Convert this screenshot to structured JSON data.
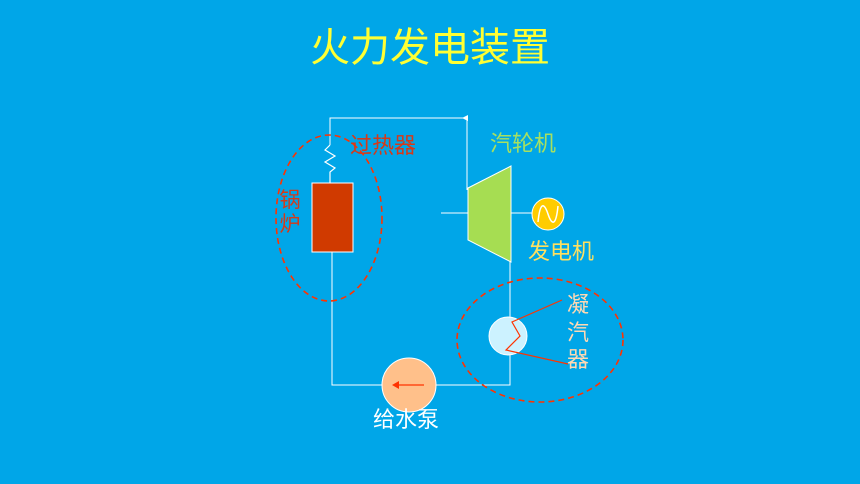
{
  "title": "火力发电装置",
  "labels": {
    "superheater": "过热器",
    "boiler": "锅炉",
    "turbine": "汽轮机",
    "generator": "发电机",
    "condenser": "凝汽器",
    "feed_pump": "给水泵"
  },
  "colors": {
    "background": "#00a6e8",
    "title": "#ffff33",
    "superheater_label": "#d43a1a",
    "boiler_label": "#d43a1a",
    "turbine_label": "#a7e060",
    "generator_label": "#ffe060",
    "condenser_label": "#ffd9b3",
    "pump_label": "#ffffff",
    "boiler_fill": "#d03a00",
    "turbine_fill": "#a6dd52",
    "generator_fill": "#ffcc00",
    "condenser_fill": "#ccf2ff",
    "pump_fill": "#ffc08a",
    "pipe": "#ffffff",
    "dashed_outline": "#ff3300",
    "coil": "#ff3300"
  }
}
